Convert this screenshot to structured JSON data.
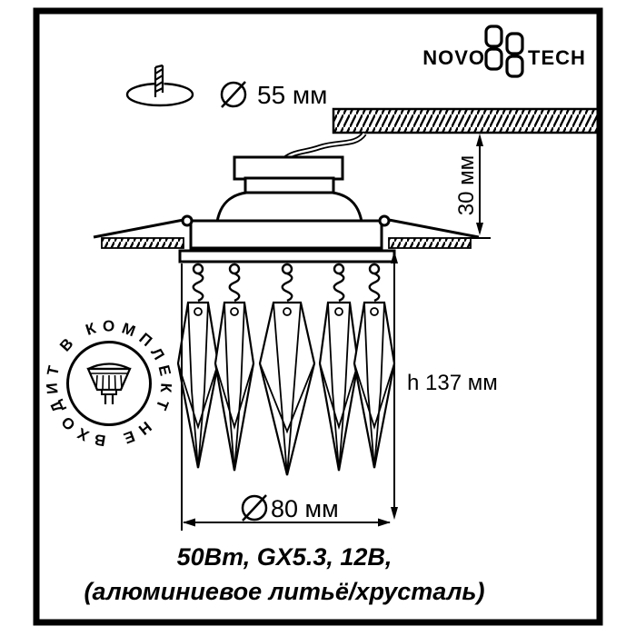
{
  "brand": {
    "wordmark_left": "NOVO",
    "wordmark_right": "TECH",
    "logo_icon": "novotech-pinwheel"
  },
  "dimensions": {
    "cutout": {
      "icon": "drill-hole",
      "symbol": "⌀",
      "label": "55 мм"
    },
    "recess_depth": {
      "label": "30 мм"
    },
    "height": {
      "label": "h 137 мм"
    },
    "body_diameter": {
      "symbol": "⌀",
      "label": "80 мм"
    }
  },
  "stamp": {
    "phrase": "НЕ ВХОДИТ В КОМПЛЕКТ",
    "ring_text": "ДИТ В КОМПЛЕКТ НЕ ВХО",
    "icon": "mr16-lamp"
  },
  "specs": {
    "line1": "50Вт, GX5.3, 12В,",
    "line2": "(алюминиевое литьё/хрусталь)"
  },
  "colors": {
    "ink": "#000000",
    "background": "#ffffff"
  }
}
